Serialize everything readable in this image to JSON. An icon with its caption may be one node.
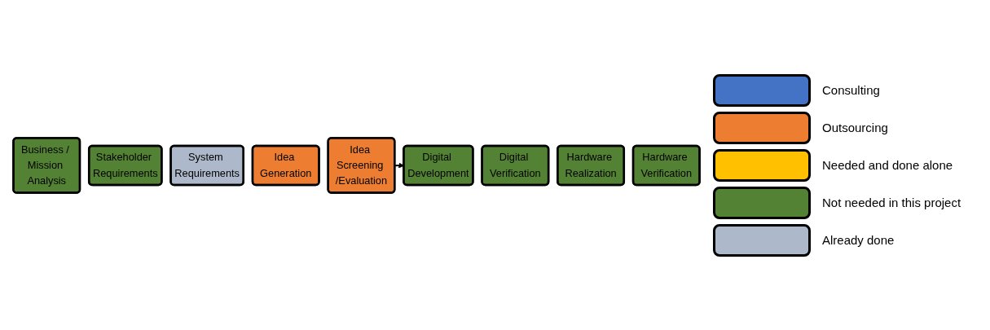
{
  "diagram": {
    "nodes": [
      {
        "text": [
          "Business / Mission Analysis"
        ]
      },
      {
        "text": [
          "Stakeholder Requirements"
        ]
      },
      {
        "text": [
          "System Requirements"
        ]
      },
      {
        "text": [
          "Idea Generation"
        ]
      },
      {
        "text": [
          "Idea Screening /Evaluation"
        ]
      },
      {
        "text": [
          "Digital Development"
        ]
      },
      {
        "text": [
          "Digital Verification"
        ]
      },
      {
        "text": [
          "Hardware Realization"
        ]
      },
      {
        "text": [
          "Hardware Verification"
        ]
      }
    ],
    "edges": [
      {
        "from": 4,
        "to": 5,
        "arrow": "to"
      }
    ],
    "legend": [
      {
        "text": "Consulting",
        "color": "#4472c4"
      },
      {
        "text": "Outsourcing",
        "color": "#ed7d31"
      },
      {
        "text": "Needed and done alone",
        "color": "#ffc000"
      },
      {
        "text": "Not needed in this project",
        "color": "#548235"
      },
      {
        "text": "Already done",
        "color": "#adb9ca"
      }
    ]
  }
}
